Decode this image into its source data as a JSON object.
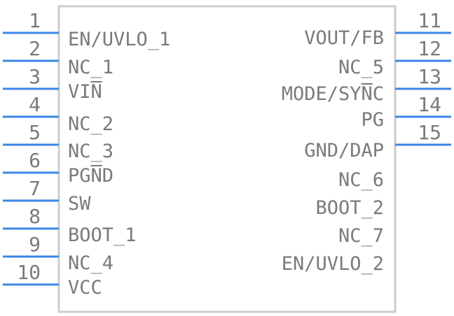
{
  "component": {
    "body_color": "#cccccc",
    "pin_color": "#3b86e6",
    "text_color": "#7a7a7a",
    "left_pins": [
      {
        "number": "1",
        "label": "EN/UVLO_1"
      },
      {
        "number": "2",
        "label": "NC_1"
      },
      {
        "number": "3",
        "label": "VIN"
      },
      {
        "number": "4",
        "label": "NC_2"
      },
      {
        "number": "5",
        "label": "NC_3"
      },
      {
        "number": "6",
        "label": "PGND"
      },
      {
        "number": "7",
        "label": "SW"
      },
      {
        "number": "8",
        "label": "BOOT_1"
      },
      {
        "number": "9",
        "label": "NC_4"
      },
      {
        "number": "10",
        "label": "VCC"
      }
    ],
    "right_pins": [
      {
        "number": "11",
        "label": "VOUT/FB"
      },
      {
        "number": "12",
        "label": "NC_5"
      },
      {
        "number": "13",
        "label": "MODE/SYNC"
      },
      {
        "number": "14",
        "label": "PG"
      },
      {
        "number": "15",
        "label": "GND/DAP"
      },
      {
        "number": "",
        "label": "NC_6"
      },
      {
        "number": "",
        "label": "BOOT_2"
      },
      {
        "number": "",
        "label": "NC_7"
      },
      {
        "number": "",
        "label": "EN/UVLO_2"
      }
    ]
  }
}
